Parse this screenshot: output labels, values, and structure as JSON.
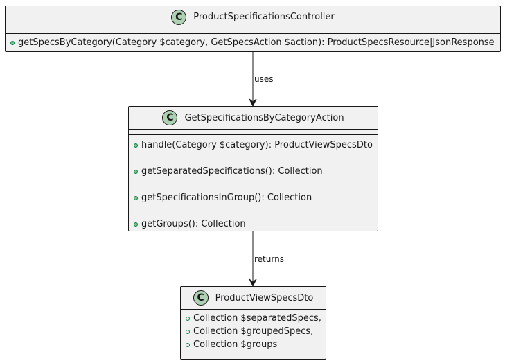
{
  "classes": {
    "controller": {
      "name": "ProductSpecificationsController",
      "stereotype": "C",
      "methods": [
        "getSpecsByCategory(Category $category, GetSpecsAction $action): ProductSpecsResource|JsonResponse"
      ]
    },
    "action": {
      "name": "GetSpecificationsByCategoryAction",
      "stereotype": "C",
      "methods": [
        "handle(Category $category): ProductViewSpecsDto",
        "getSeparatedSpecifications(): Collection",
        "getSpecificationsInGroup(): Collection",
        "getGroups(): Collection"
      ]
    },
    "dto": {
      "name": "ProductViewSpecsDto",
      "stereotype": "C",
      "fields": [
        "Collection $separatedSpecs,",
        "Collection $groupedSpecs,",
        "Collection $groups"
      ]
    }
  },
  "relations": {
    "uses": "uses",
    "returns": "returns"
  },
  "colors": {
    "box_fill": "#f1f1f1",
    "border": "#181818",
    "badge": "#add1b2",
    "visibility_stroke": "#038048",
    "visibility_fill": "#84be84"
  }
}
